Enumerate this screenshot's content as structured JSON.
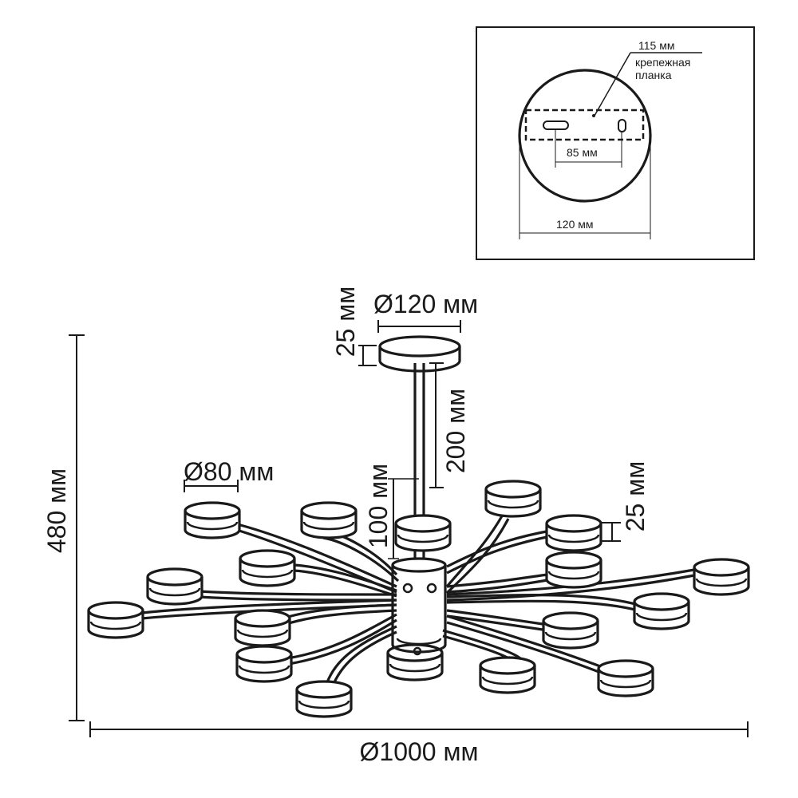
{
  "inset": {
    "label_115": "115 мм",
    "label_plate": [
      "крепежная",
      "планка"
    ],
    "label_85": "85 мм",
    "label_120": "120 мм"
  },
  "dimensions": {
    "canopy_diameter": "Ø120 мм",
    "canopy_height": "25 мм",
    "rod_length": "200 мм",
    "lamp_diameter": "Ø80 мм",
    "body_height": "100 мм",
    "lamp_height": "25 мм",
    "total_height": "480 мм",
    "total_diameter": "Ø1000 мм"
  },
  "colors": {
    "line": "#1a1a1a",
    "fill": "#ffffff"
  }
}
